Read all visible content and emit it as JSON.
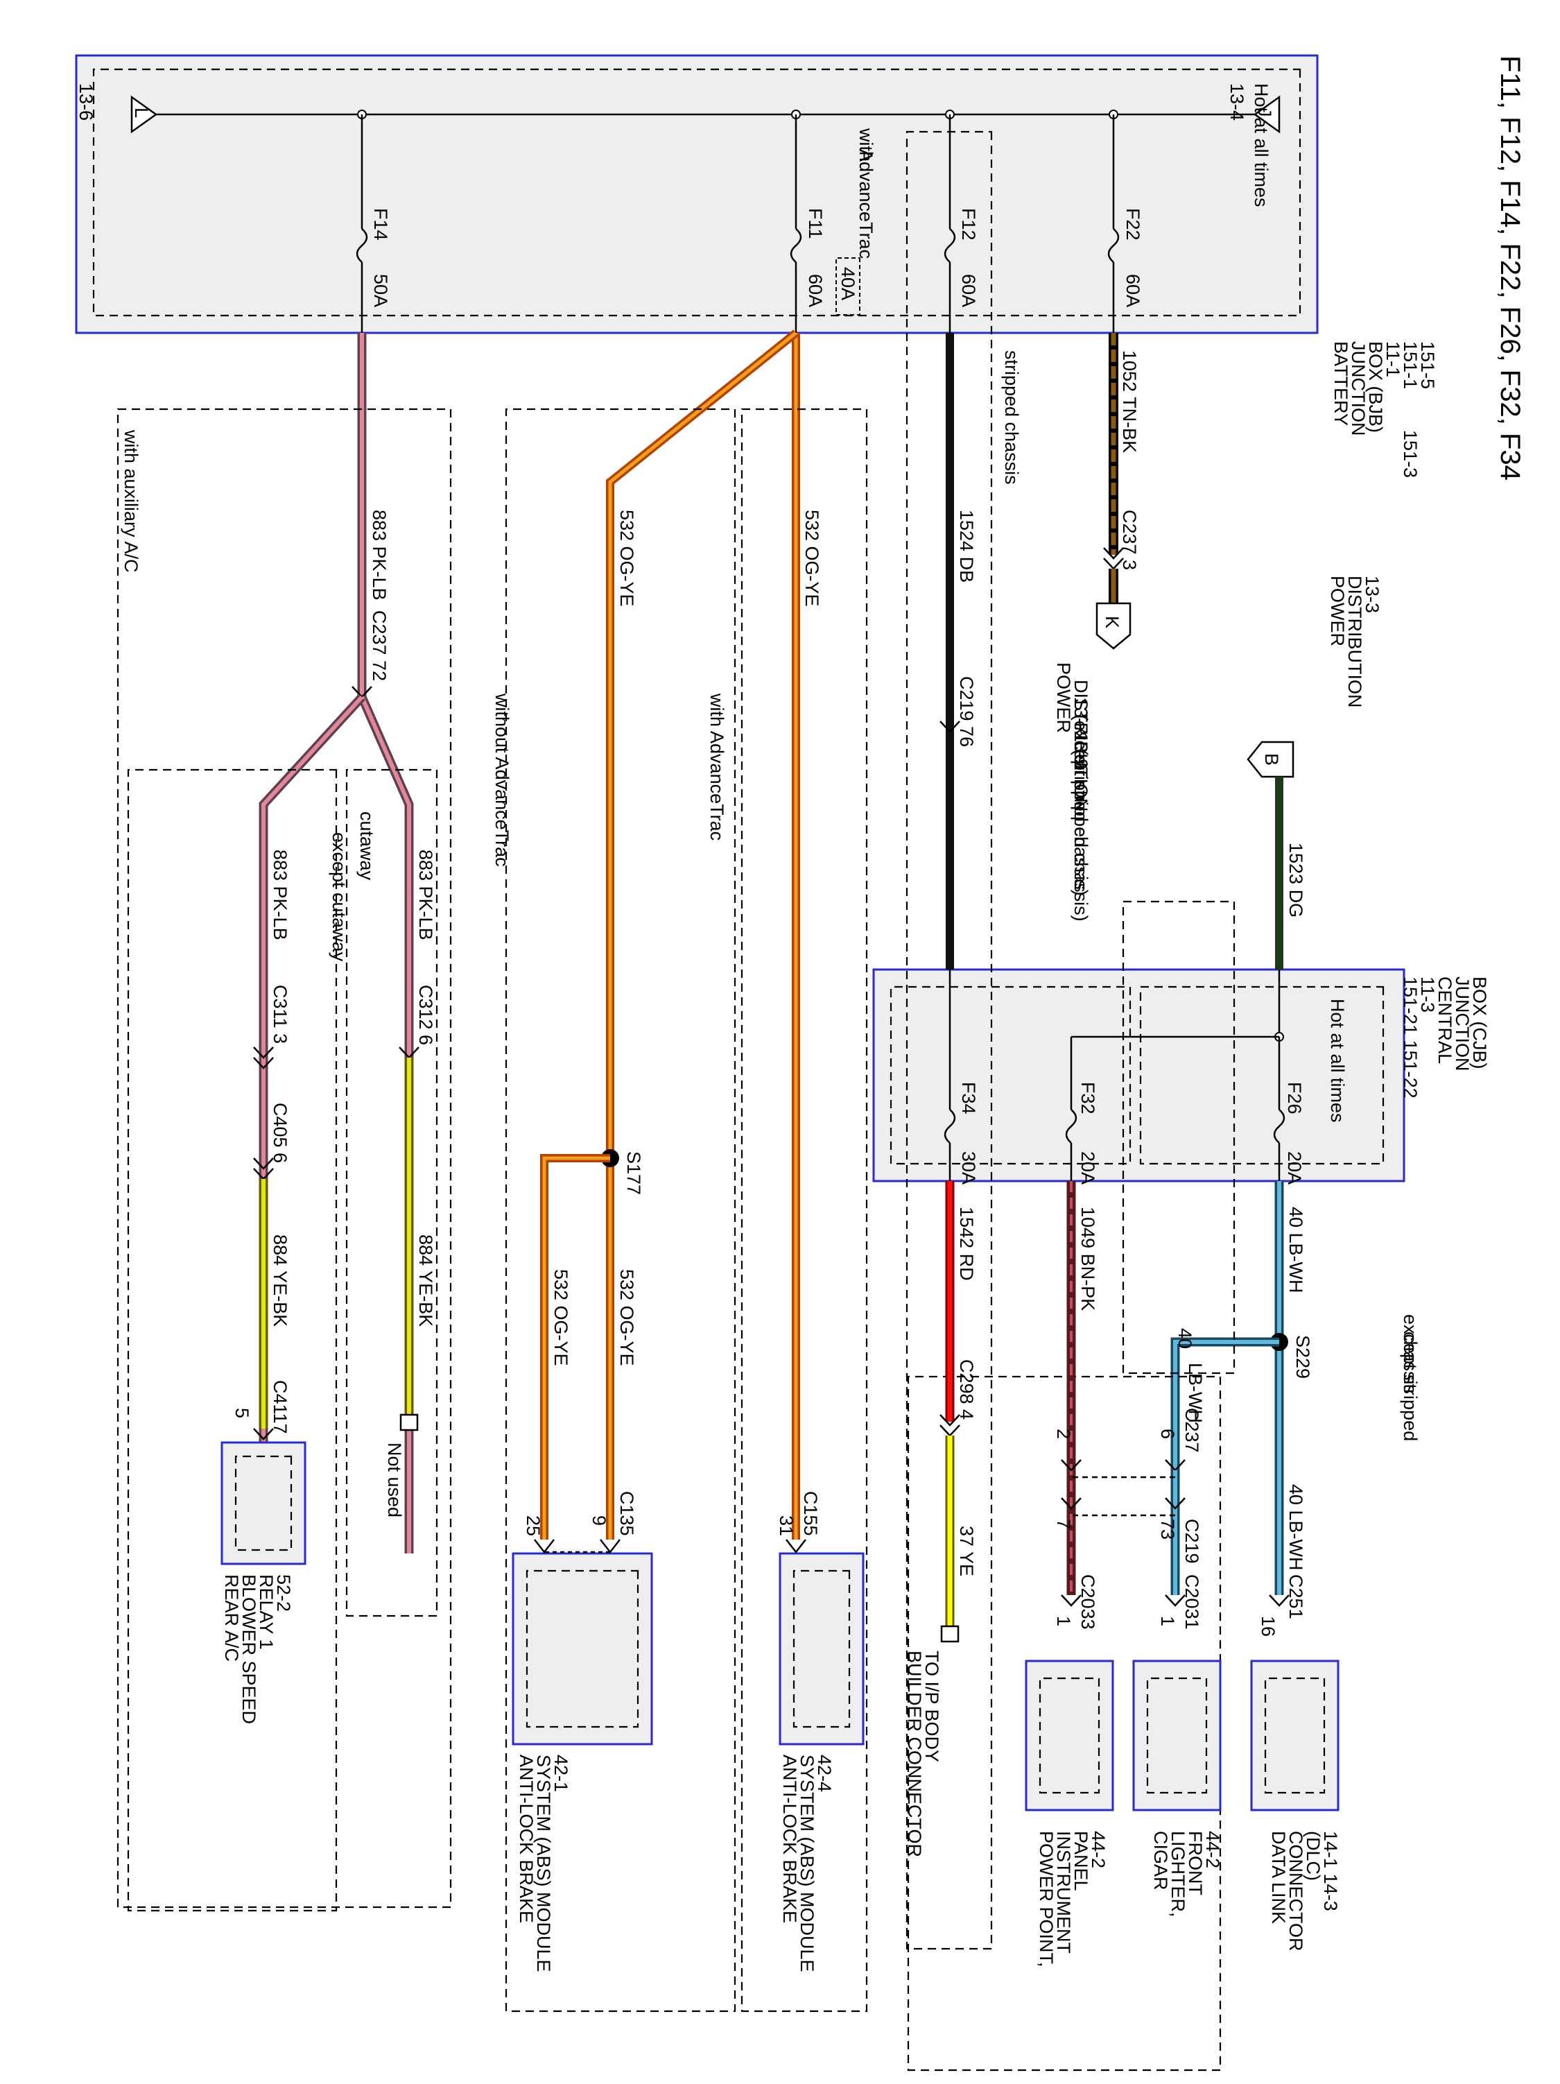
{
  "title": "F11, F12, F14, F22, F26, F32, F34",
  "bjb": {
    "name_lines": [
      "BATTERY",
      "JUNCTION",
      "BOX (BJB)"
    ],
    "refs": [
      "11-1",
      "151-1",
      "151-5"
    ],
    "ref2": "151-3",
    "hot_note_lines": [
      "Hot at all times",
      "13-4"
    ],
    "left_ref": "13-6",
    "connector_j": "J",
    "connector_l": "L",
    "advancetrac_note": [
      "with",
      "AdvanceTrac"
    ],
    "fuses": [
      {
        "name": "F22",
        "rating": "60A"
      },
      {
        "name": "F12",
        "rating": "60A"
      },
      {
        "name": "F11",
        "rating": "60A",
        "alt": "40A"
      },
      {
        "name": "F14",
        "rating": "50A"
      }
    ]
  },
  "cjb": {
    "name_lines": [
      "CENTRAL",
      "JUNCTION",
      "BOX (CJB)"
    ],
    "refs": [
      "11-3",
      "151-21  151-22"
    ],
    "hot_note": "Hot at all times",
    "fuses": [
      {
        "name": "F26",
        "rating": "20A"
      },
      {
        "name": "F32",
        "rating": "20A"
      },
      {
        "name": "F34",
        "rating": "30A"
      }
    ]
  },
  "power_dist_top": [
    "POWER",
    "DISTRIBUTION",
    "13-3"
  ],
  "power_dist_k": [
    "POWER",
    "DISTRIBUTION",
    "13-7",
    "(except stripped chassis)",
    "13-9",
    "(stripped chassis)"
  ],
  "connector_b": "B",
  "connector_k": "K",
  "notes": {
    "stripped_chassis": "stripped chassis",
    "except_stripped": [
      "except stripped",
      "chassis"
    ],
    "with_advancetrac": "with AdvanceTrac",
    "without_advancetrac": "without AdvanceTrac",
    "with_aux_ac": "with auxiliary A/C",
    "cutaway": "cutaway",
    "except_cutaway": "except cutaway",
    "not_used": "Not used"
  },
  "wire_labels": {
    "w1052": "1052  TN-BK",
    "c237_3": "C237  3",
    "w1523": "1523  DG",
    "w1524": "1524  DB",
    "c219_76": "C219  76",
    "w532a": "532  OG-YE",
    "w532b": "532  OG-YE",
    "w532c": "532  OG-YE",
    "w532d": "532  OG-YE",
    "w883": "883  PK-LB",
    "c237_72": "C237  72",
    "w883b": "883  PK-LB",
    "w883c": "883  PK-LB",
    "c312_6": "C312  6",
    "c311_3": "C311  3",
    "c405_6": "C405  6",
    "w884a": "884  YE-BK",
    "w884b": "884  YE-BK",
    "c4117": "C4117",
    "pin5": "5",
    "s177": "S177",
    "w40a": "40  LB-WH",
    "s229": "S229",
    "w40b": "40",
    "w40c": "LB-WH",
    "w40d": "40  LB-WH",
    "w1049": "1049  BN-PK",
    "w1542": "1542  RD",
    "c298_4": "C298  4",
    "w37": "37  YE",
    "c135": "C135",
    "pin9": "9",
    "pin25": "25",
    "c155": "C155",
    "pin31": "31",
    "c251": "C251",
    "pin16": "16",
    "c237": "C237",
    "pin6": "6",
    "c219": "C219",
    "pin73": "73",
    "c2031": "C2031",
    "pin1a": "1",
    "pin2": "2",
    "pin7": "7",
    "c2033": "C2033",
    "pin1b": "1"
  },
  "components": {
    "dlc": [
      "DATA LINK",
      "CONNECTOR",
      "(DLC)",
      "14-1        14-3"
    ],
    "cigar": [
      "CIGAR",
      "LIGHTER,",
      "FRONT",
      "44-2"
    ],
    "power_point": [
      "POWER POINT,",
      "INSTRUMENT",
      "PANEL",
      "44-2"
    ],
    "ip_body": [
      "TO I/P BODY",
      "BUILDER CONNECTOR"
    ],
    "abs1": [
      "ANTI-LOCK BRAKE",
      "SYSTEM (ABS) MODULE",
      "42-4"
    ],
    "abs2": [
      "ANTI-LOCK BRAKE",
      "SYSTEM (ABS) MODULE",
      "42-1"
    ],
    "rear_ac": [
      "REAR A/C",
      "BLOWER SPEED",
      "RELAY 1",
      "52-2"
    ]
  },
  "colors": {
    "box_border": "#2a2ad0",
    "box_fill": "#eeeeee",
    "tn_bk": "#8a5a14",
    "dg": "#1a3a1a",
    "db": "#111111",
    "og_ye": "#f07010",
    "pk_lb": "#e08898",
    "ye_bk": "#e8e800",
    "lb_wh": "#60b8e0",
    "bn_pk": "#5a1a1a",
    "rd": "#ff1010",
    "ye": "#ffff00"
  }
}
